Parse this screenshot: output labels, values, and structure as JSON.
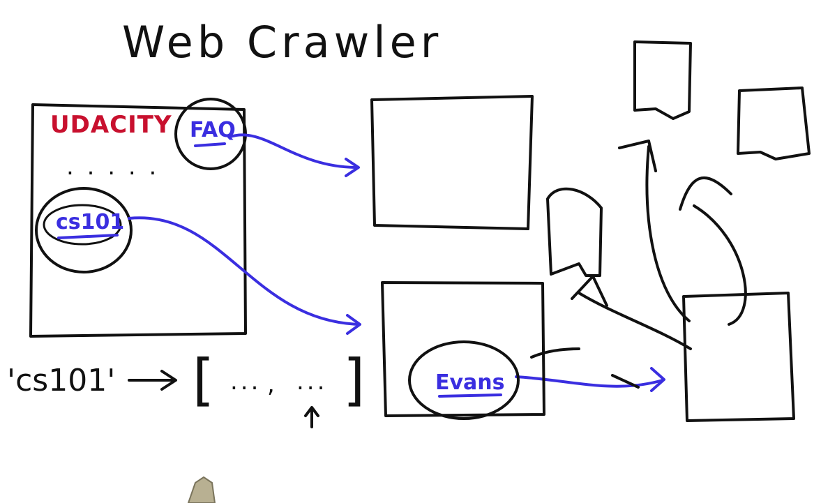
{
  "title": "Web Crawler",
  "seed_page": {
    "brand": "UDACITY",
    "links": [
      "FAQ",
      "cs101"
    ],
    "ellipsis": ". . . . ."
  },
  "linked_page": {
    "link": "Evans"
  },
  "index": {
    "key": "'cs101'",
    "open_bracket": "[",
    "close_bracket": "]",
    "items": [
      "...",
      "..."
    ],
    "separator": ","
  },
  "colors": {
    "ink": "#111111",
    "link": "#3a2ee0",
    "brand": "#c8102e"
  }
}
